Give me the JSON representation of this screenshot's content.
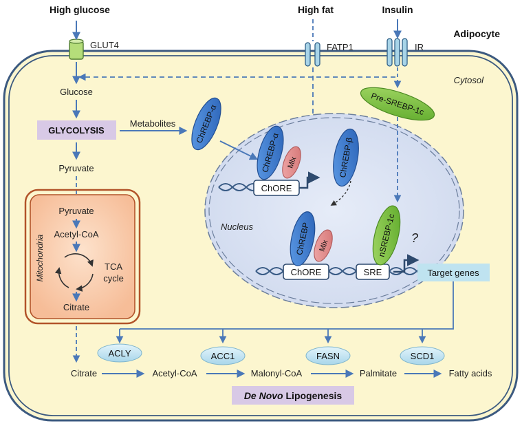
{
  "inputs": {
    "high_glucose": "High glucose",
    "high_fat": "High fat",
    "insulin": "Insulin"
  },
  "cell_type": "Adipocyte",
  "compartments": {
    "cytosol": "Cytosol",
    "nucleus": "Nucleus",
    "mitochondria": "Mitochondria"
  },
  "transporters": {
    "glut4": "GLUT4",
    "fatp1": "FATP1",
    "ir": "IR"
  },
  "pathway": {
    "glucose": "Glucose",
    "glycolysis": "GLYCOLYSIS",
    "metabolites": "Metabolites",
    "pyruvate_cytosol": "Pyruvate",
    "pyruvate_mito": "Pyruvate",
    "acetyl_coa_mito": "Acetyl-CoA",
    "tca_line1": "TCA",
    "tca_line2": "cycle",
    "citrate_mito": "Citrate"
  },
  "factors": {
    "chrebp_alpha": "ChREBP-α",
    "chrebp_alpha_nuclear": "ChREBP-α",
    "mlx_top": "Mlx",
    "chrebp_beta": "ChREBP-β",
    "pre_srebp": "Pre-SREBP-1c",
    "chrebp": "ChREBP",
    "mlx_bottom": "Mlx",
    "nsrebp": "nSREBP-1c",
    "question": "?"
  },
  "elements": {
    "chore_top": "ChORE",
    "chore_bottom": "ChORE",
    "sre": "SRE",
    "target_genes": "Target genes"
  },
  "lipogenesis": {
    "citrate": "Citrate",
    "acetyl_coa": "Acetyl-CoA",
    "malonyl_coa": "Malonyl-CoA",
    "palmitate": "Palmitate",
    "fatty_acids": "Fatty acids",
    "enzymes": [
      "ACLY",
      "ACC1",
      "FASN",
      "SCD1"
    ],
    "title_italic": "De Novo",
    "title_rest": " Lipogenesis"
  },
  "colors": {
    "arrow": "#4a78b8",
    "cytosol_fill": "#fcf6cf",
    "membrane": "#3c5a80",
    "nucleus_fill": "#dde4f3",
    "mito_fill": "#fbd2b4",
    "mito_border": "#b2542a",
    "chrebp_blue": "#3578d3",
    "mlx_red": "#e58c8c",
    "srebp_green": "#7dc23e",
    "enzyme_cyan": "#c7e7f4",
    "label_box": "#d8c9e6",
    "target_box": "#bfe3f0"
  }
}
